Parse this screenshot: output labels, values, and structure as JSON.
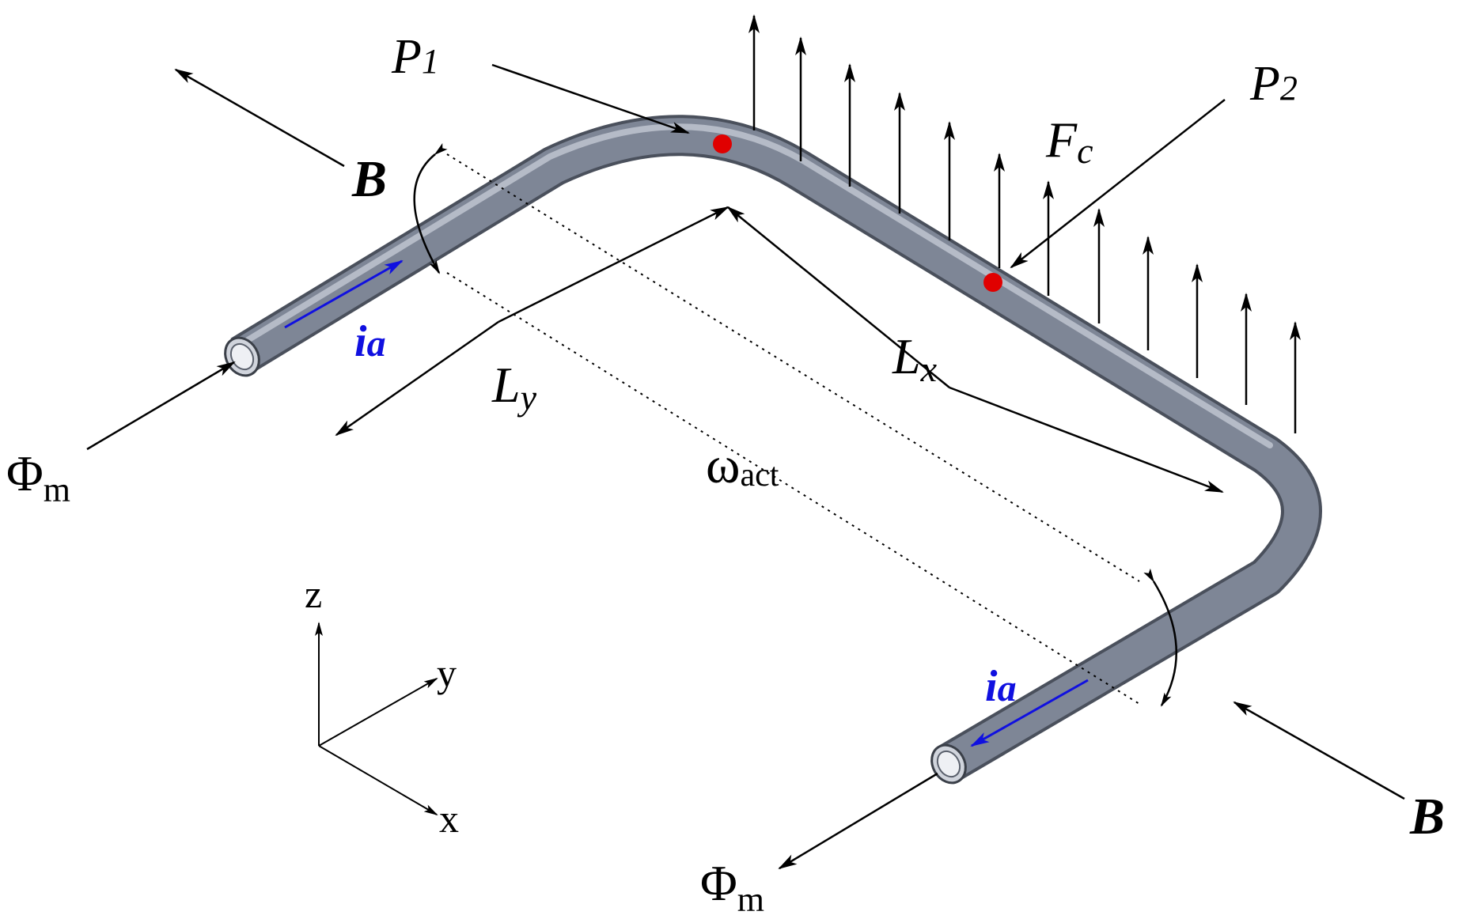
{
  "colors": {
    "tube_body": "#7e8696",
    "tube_highlight": "#c3c8d3",
    "tube_shadow": "#4a505c",
    "current_arrow": "#1010e0",
    "point_marker": "#e00000",
    "line": "#000000"
  },
  "labels": {
    "p1_main": "P",
    "p1_sub": "1",
    "p2_main": "P",
    "p2_sub": "2",
    "fc_main": "F",
    "fc_sub": "c",
    "b_left": "B",
    "b_right": "B",
    "ly_main": "L",
    "ly_sub": "y",
    "lx_main": "L",
    "lx_sub": "x",
    "omega_main": "ω",
    "omega_sub": "act",
    "phi_left_main": "Φ",
    "phi_left_sub": "m",
    "phi_bottom_main": "Φ",
    "phi_bottom_sub": "m",
    "ia_left_main": "i",
    "ia_left_sub": "a",
    "ia_right_main": "i",
    "ia_right_sub": "a",
    "axis_z": "z",
    "axis_y": "y",
    "axis_x": "x"
  },
  "icons": {
    "force_arrows": "upward-arrow-icon",
    "field_arrows": "arrow-icon"
  }
}
